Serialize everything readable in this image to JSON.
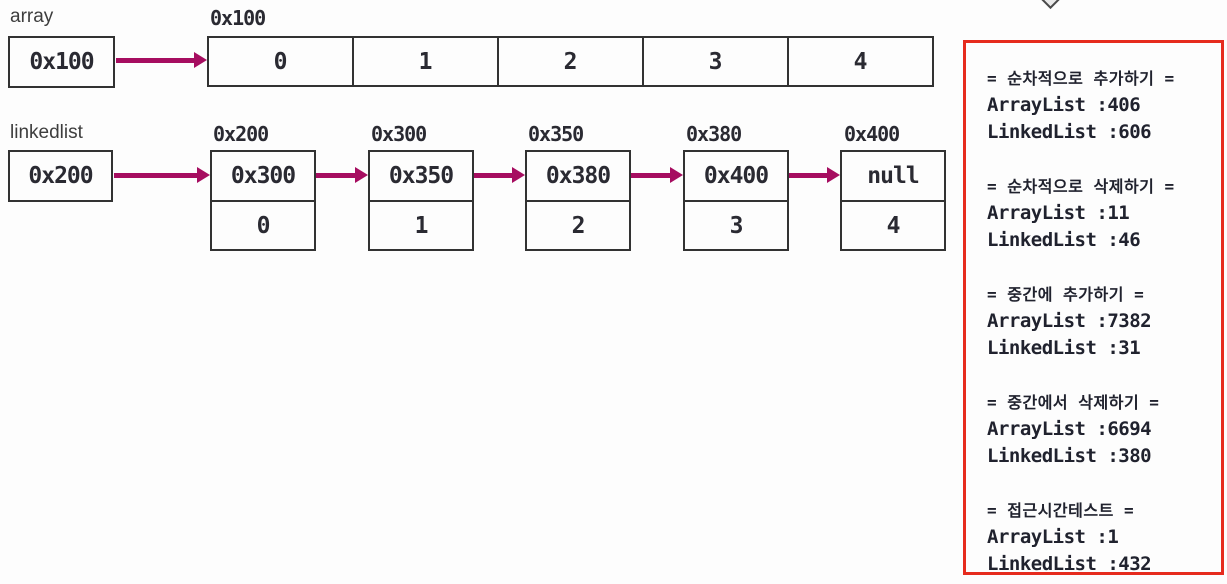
{
  "diagram": {
    "array": {
      "label": "array",
      "pointer_value": "0x100",
      "address_label": "0x100",
      "cells": [
        "0",
        "1",
        "2",
        "3",
        "4"
      ]
    },
    "linkedlist": {
      "label": "linkedlist",
      "pointer_value": "0x200",
      "nodes": [
        {
          "address": "0x200",
          "next": "0x300",
          "value": "0"
        },
        {
          "address": "0x300",
          "next": "0x350",
          "value": "1"
        },
        {
          "address": "0x350",
          "next": "0x380",
          "value": "2"
        },
        {
          "address": "0x380",
          "next": "0x400",
          "value": "3"
        },
        {
          "address": "0x400",
          "next": "null",
          "value": "4"
        }
      ]
    }
  },
  "results_panel": {
    "groups": [
      {
        "header": "= 순차적으로 추가하기 =",
        "lines": [
          "ArrayList :406",
          "LinkedList :606"
        ]
      },
      {
        "header": "= 순차적으로 삭제하기 =",
        "lines": [
          "ArrayList :11",
          "LinkedList :46"
        ]
      },
      {
        "header": "= 중간에 추가하기 =",
        "lines": [
          "ArrayList :7382",
          "LinkedList :31"
        ]
      },
      {
        "header": "= 중간에서 삭제하기 =",
        "lines": [
          "ArrayList :6694",
          "LinkedList :380"
        ]
      },
      {
        "header": "= 접근시간테스트 =",
        "lines": [
          "ArrayList :1",
          "LinkedList :432"
        ]
      }
    ]
  },
  "colors": {
    "arrow": "#a60d60",
    "panel_border": "#e62b1e",
    "box_border": "#323232",
    "text": "#20222e"
  }
}
